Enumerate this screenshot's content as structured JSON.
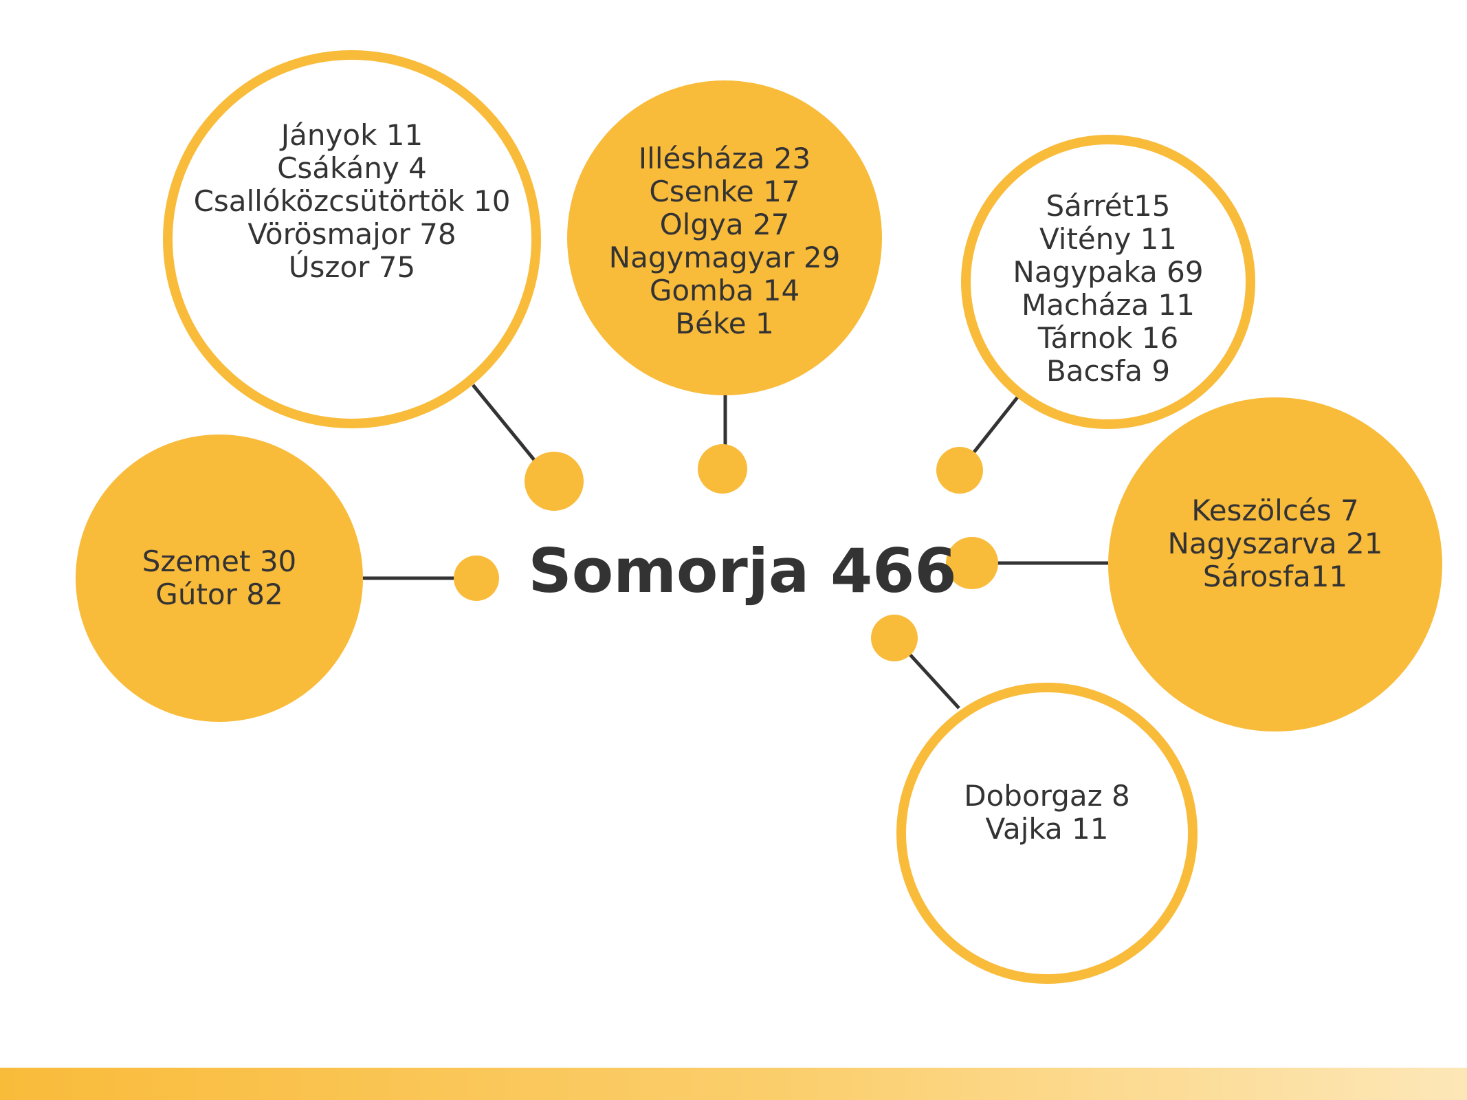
{
  "center": {
    "label": "Somorja 466"
  },
  "colors": {
    "accent": "#f9bb3a",
    "text": "#333333",
    "connector": "#333333"
  },
  "nodes": [
    {
      "id": "janyok-group",
      "style": "outline",
      "lines": [
        "Jányok 11",
        "Csákány 4",
        "Csallóközcsütörtök 10",
        "Vörösmajor 78",
        "Úszor 75"
      ]
    },
    {
      "id": "illeshaza-group",
      "style": "filled",
      "lines": [
        "Illésháza 23",
        "Csenke 17",
        "Olgya 27",
        "Nagymagyar 29",
        "Gomba 14",
        "Béke 1"
      ]
    },
    {
      "id": "sarret-group",
      "style": "outline",
      "lines": [
        "Sárrét15",
        "Vitény 11",
        "Nagypaka 69",
        "Macháza 11",
        "Tárnok 16",
        "Bacsfa 9"
      ]
    },
    {
      "id": "szemet-group",
      "style": "filled",
      "lines": [
        "Szemet 30",
        "Gútor 82"
      ]
    },
    {
      "id": "keszolces-group",
      "style": "filled",
      "lines": [
        "Keszölcés 7",
        "Nagyszarva 21",
        "Sárosfa11"
      ]
    },
    {
      "id": "doborgaz-group",
      "style": "outline",
      "lines": [
        "Doborgaz 8",
        "Vajka 11"
      ]
    }
  ]
}
